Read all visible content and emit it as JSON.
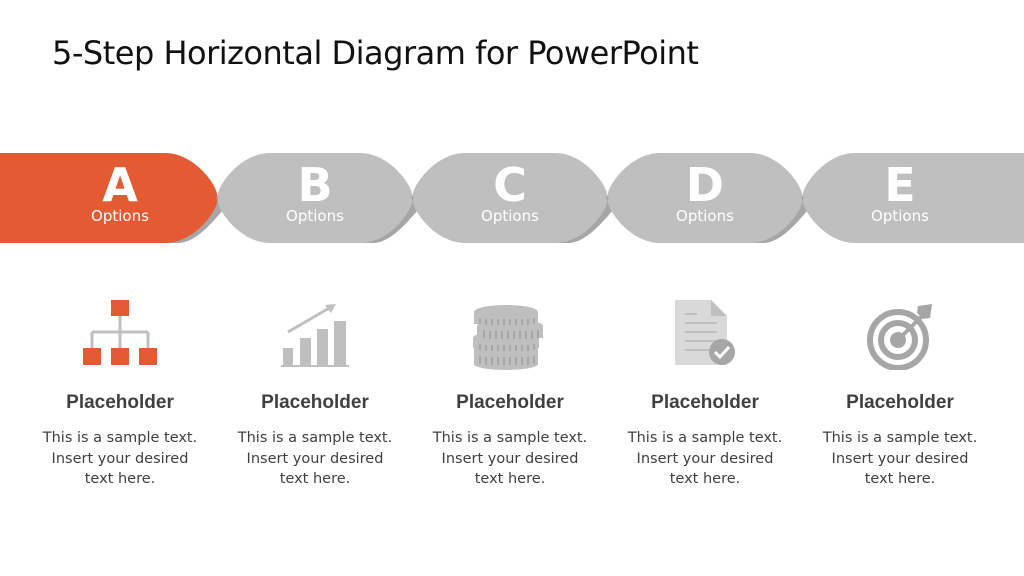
{
  "title": "5-Step Horizontal Diagram for PowerPoint",
  "colors": {
    "accent": "#E45A33",
    "inactive": "#BFBFBF",
    "inactive_shadow": "#A6A6A6",
    "text": "#404040"
  },
  "steps": [
    {
      "letter": "A",
      "subtitle": "Options",
      "active": true,
      "icon": "org-chart-icon",
      "heading": "Placeholder",
      "lines": [
        "This is a sample text.",
        "Insert your desired",
        "text here."
      ]
    },
    {
      "letter": "B",
      "subtitle": "Options",
      "active": false,
      "icon": "growth-chart-icon",
      "heading": "Placeholder",
      "lines": [
        "This is a sample text.",
        "Insert your desired",
        "text here."
      ]
    },
    {
      "letter": "C",
      "subtitle": "Options",
      "active": false,
      "icon": "coins-icon",
      "heading": "Placeholder",
      "lines": [
        "This is a sample text.",
        "Insert your desired",
        "text here."
      ]
    },
    {
      "letter": "D",
      "subtitle": "Options",
      "active": false,
      "icon": "document-check-icon",
      "heading": "Placeholder",
      "lines": [
        "This is a sample text.",
        "Insert your desired",
        "text here."
      ]
    },
    {
      "letter": "E",
      "subtitle": "Options",
      "active": false,
      "icon": "target-icon",
      "heading": "Placeholder",
      "lines": [
        "This is a sample text.",
        "Insert your desired",
        "text here."
      ]
    }
  ]
}
